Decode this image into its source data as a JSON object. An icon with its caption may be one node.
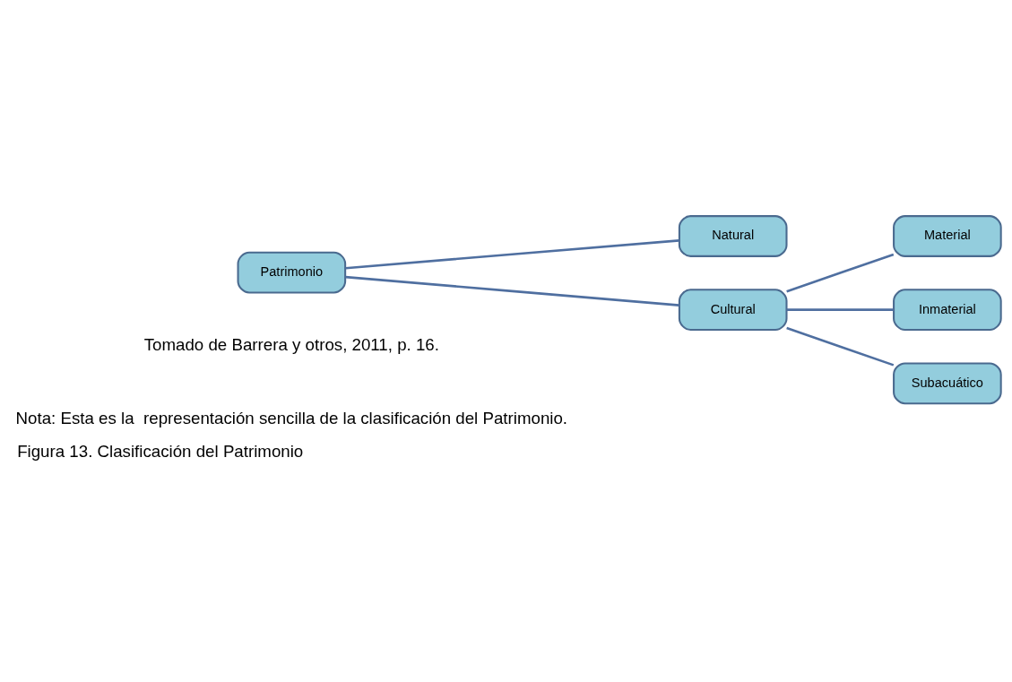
{
  "diagram": {
    "caption": "Figura 13. Clasificación del Patrimonio",
    "nodes": [
      {
        "text": [
          "Patrimonio"
        ]
      },
      {
        "text": [
          "Natural"
        ]
      },
      {
        "text": [
          "Cultural"
        ]
      },
      {
        "text": [
          "Material"
        ]
      },
      {
        "text": [
          "Inmaterial"
        ]
      },
      {
        "text": [
          "Subacuático"
        ]
      }
    ],
    "edges": [
      {
        "from": 0,
        "to": 1,
        "arrow": "none"
      },
      {
        "from": 0,
        "to": 2,
        "arrow": "none"
      },
      {
        "from": 2,
        "to": 3,
        "arrow": "none"
      },
      {
        "from": 2,
        "to": 4,
        "arrow": "none"
      },
      {
        "from": 2,
        "to": 5,
        "arrow": "none"
      }
    ],
    "labels": [
      "Tomado de Barrera y otros, 2011, p. 16.",
      "Nota: Esta es la  representación sencilla de la clasificación del Patrimonio."
    ]
  }
}
